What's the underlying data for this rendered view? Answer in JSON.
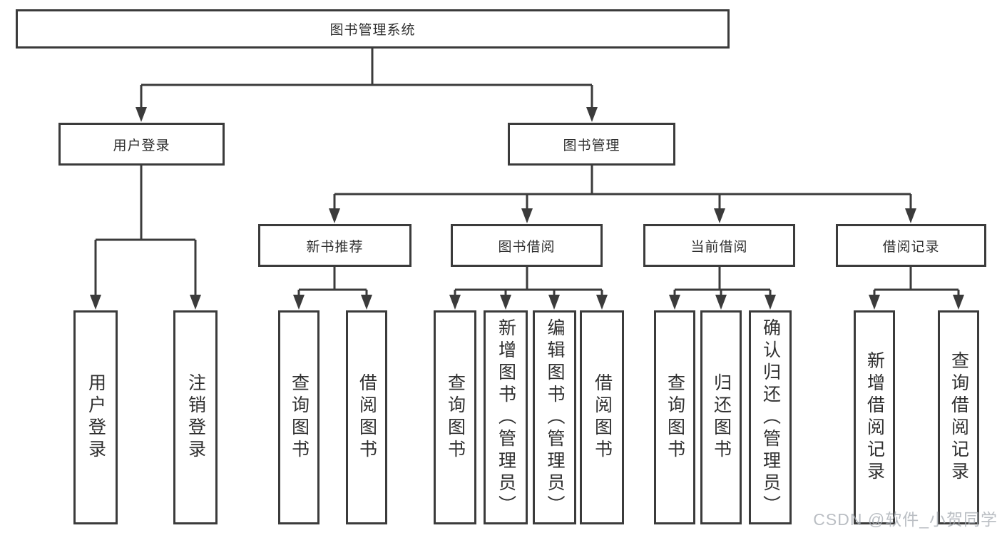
{
  "colors": {
    "line": "#3b3b3b",
    "text": "#2f2f2f",
    "watermark": "#a9aeb5",
    "background": "#ffffff"
  },
  "tree": {
    "root": {
      "label": "图书管理系统"
    },
    "children": [
      {
        "label": "用户登录",
        "leaves": [
          {
            "label": "用户登录"
          },
          {
            "label": "注销登录"
          }
        ]
      },
      {
        "label": "图书管理",
        "groups": [
          {
            "label": "新书推荐",
            "leaves": [
              {
                "label": "查询图书"
              },
              {
                "label": "借阅图书"
              }
            ]
          },
          {
            "label": "图书借阅",
            "leaves": [
              {
                "label": "查询图书"
              },
              {
                "label": "新增图书（管理员）"
              },
              {
                "label": "编辑图书（管理员）"
              },
              {
                "label": "借阅图书"
              }
            ]
          },
          {
            "label": "当前借阅",
            "leaves": [
              {
                "label": "查询图书"
              },
              {
                "label": "归还图书"
              },
              {
                "label": "确认归还（管理员）"
              }
            ]
          },
          {
            "label": "借阅记录",
            "leaves": [
              {
                "label": "新增借阅记录"
              },
              {
                "label": "查询借阅记录"
              }
            ]
          }
        ]
      }
    ]
  },
  "watermark": {
    "text": "CSDN @软件_小贺同学"
  }
}
